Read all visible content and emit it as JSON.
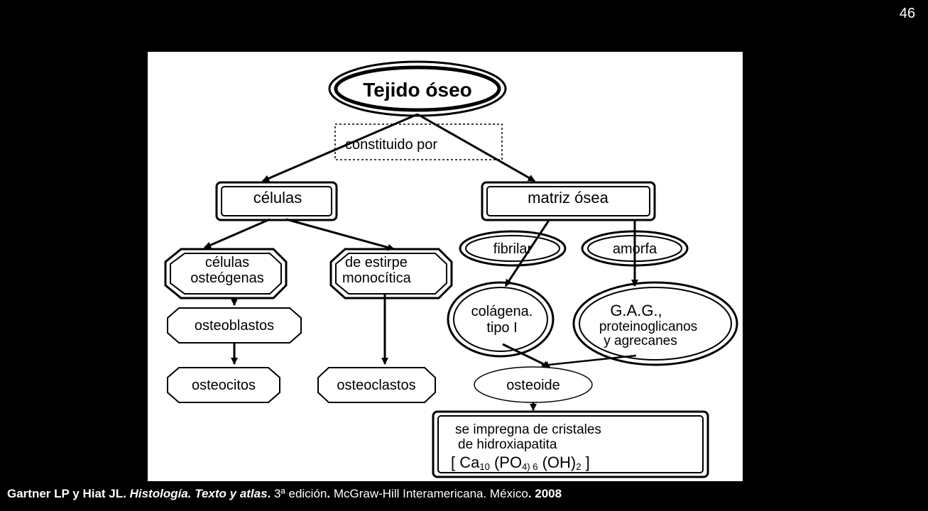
{
  "slide_number": "46",
  "diagram": {
    "root": "Tejido óseo",
    "connector": "constituido por",
    "cells": "células",
    "matrix": "matriz ósea",
    "osteogenic_line1": "células",
    "osteogenic_line2": "osteógenas",
    "monocytic_line1": "de estirpe",
    "monocytic_line2": "monocítica",
    "osteoblasts": "osteoblastos",
    "osteocytes": "osteocitos",
    "osteoclasts": "osteoclastos",
    "fibrillar": "fibrilar",
    "amorphous": "amorfa",
    "collagen_line1": "colágena.",
    "collagen_line2": "tipo I",
    "gag_line1": "G.A.G.,",
    "gag_line2": "proteinoglicanos",
    "gag_line3": "y agrecanes",
    "osteoid": "osteoide",
    "impregnation_line1": "se impregna de cristales",
    "impregnation_line2": "de hidroxiapatita",
    "formula_open": "[ Ca",
    "formula_sub1": "10",
    "formula_mid1": " (PO",
    "formula_sub2": "4) 6",
    "formula_mid2": " (OH)",
    "formula_sub3": "2",
    "formula_close": " ]"
  },
  "citation": {
    "authors": "Gartner LP y Hiat JL",
    "sep1": ". ",
    "title": "Histología. Texto y atlas",
    "sep2": ". ",
    "edition": "3ª edición",
    "sep3": ". ",
    "publisher": "McGraw-Hill Interamericana. México",
    "sep4": ". ",
    "year": "2008"
  }
}
